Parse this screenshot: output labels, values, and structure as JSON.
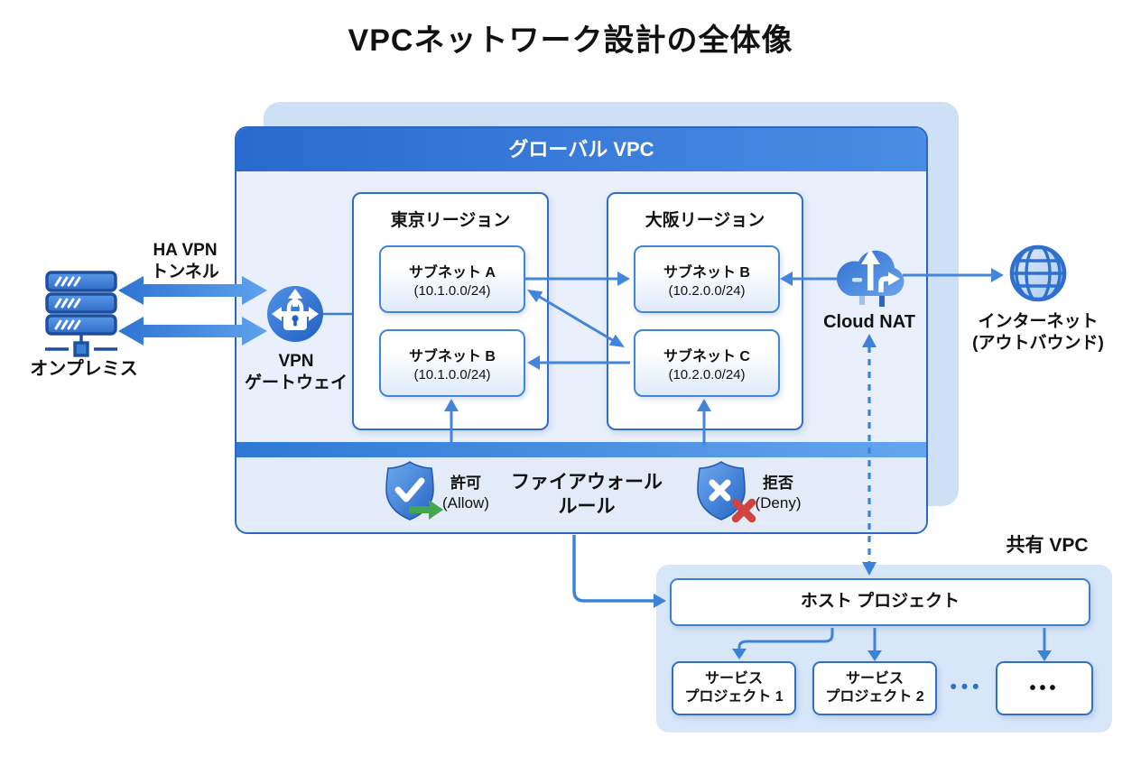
{
  "title": "VPCネットワーク設計の全体像",
  "global_vpc": {
    "header": "グローバル VPC",
    "regions": [
      {
        "name": "東京リージョン",
        "subnets": [
          {
            "name": "サブネット A",
            "cidr": "(10.1.0.0/24)"
          },
          {
            "name": "サブネット B",
            "cidr": "(10.1.0.0/24)"
          }
        ]
      },
      {
        "name": "大阪リージョン",
        "subnets": [
          {
            "name": "サブネット B",
            "cidr": "(10.2.0.0/24)"
          },
          {
            "name": "サブネット C",
            "cidr": "(10.2.0.0/24)"
          }
        ]
      }
    ],
    "firewall": {
      "title_line1": "ファイアウォール",
      "title_line2": "ルール",
      "allow_label": "許可",
      "allow_sub": "(Allow)",
      "deny_label": "拒否",
      "deny_sub": "(Deny)"
    }
  },
  "onprem": {
    "label": "オンプレミス"
  },
  "vpn": {
    "tunnel_line1": "HA VPN",
    "tunnel_line2": "トンネル",
    "gateway_line1": "VPN",
    "gateway_line2": "ゲートウェイ"
  },
  "cloud_nat": {
    "label": "Cloud NAT"
  },
  "internet": {
    "line1": "インターネット",
    "line2": "(アウトバウンド)"
  },
  "shared_vpc": {
    "label": "共有 VPC",
    "host": "ホスト プロジェクト",
    "services": [
      {
        "line1": "サービス",
        "line2": "プロジェクト 1"
      },
      {
        "line1": "サービス",
        "line2": "プロジェクト 2"
      }
    ],
    "ellipsis_between": "•••",
    "ellipsis_box": "•••"
  },
  "icons": {
    "onprem": "server-stack-icon",
    "vpn_gateway": "vpn-gateway-lock-icon",
    "cloud_nat": "cloud-nat-icon",
    "internet": "globe-icon",
    "allow": "shield-check-icon",
    "deny": "shield-x-icon"
  },
  "colors": {
    "accent_blue": "#3b82d8",
    "header_blue": "#2a6ace",
    "shadow_blue": "#cde0f5",
    "shared_bg": "#d7e6f8",
    "allow_green": "#44a74f",
    "deny_red": "#cf4440"
  }
}
